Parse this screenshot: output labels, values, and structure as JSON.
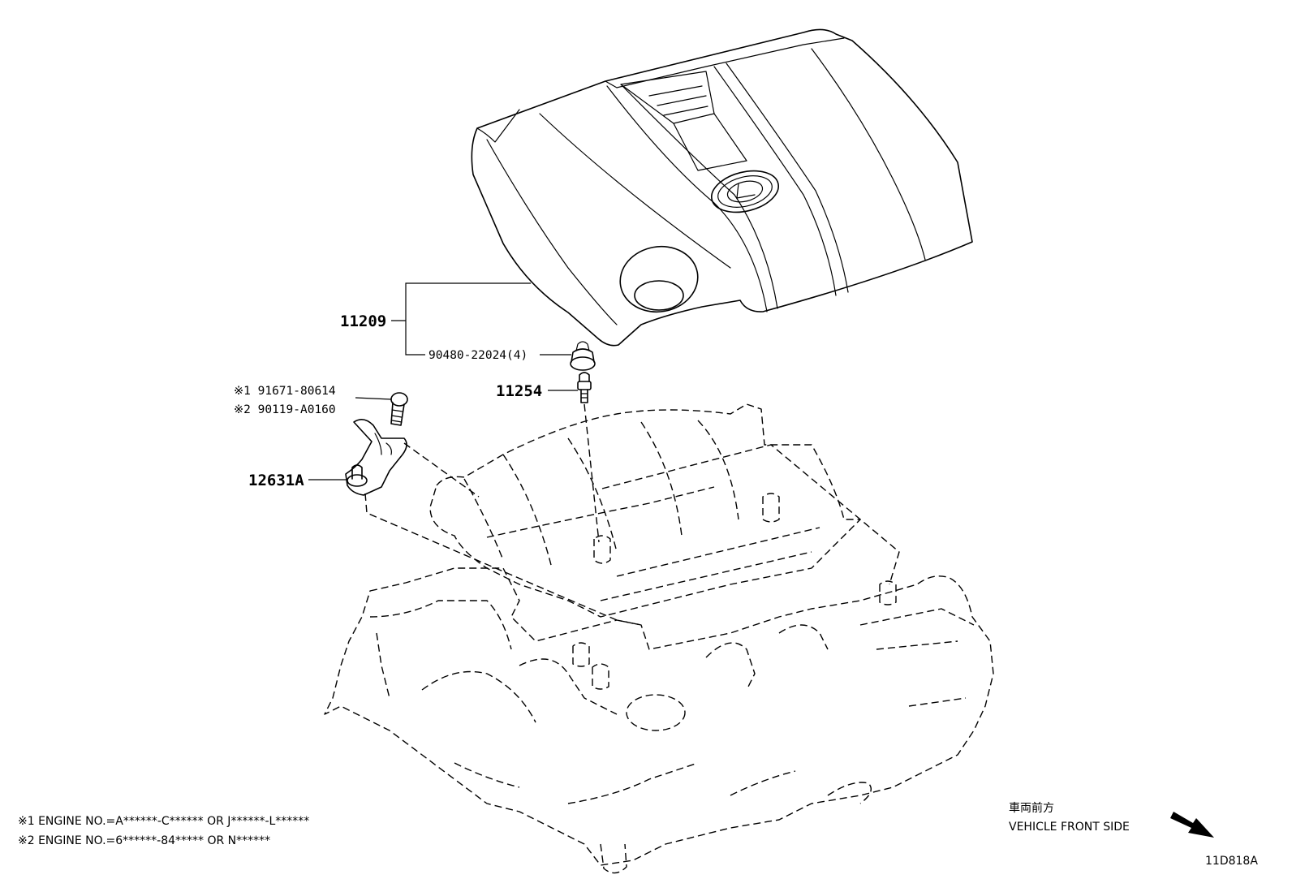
{
  "parts": {
    "p11209": "11209",
    "p90480": "90480-22024(4)",
    "p11254": "11254",
    "bolt1": "※1 91671-80614",
    "bolt2": "※2 90119-A0160",
    "p12631a": "12631A"
  },
  "notes": {
    "note1": "※1 ENGINE NO.=A******-C****** OR J******-L******",
    "note2": "※2 ENGINE NO.=6******-84***** OR N******"
  },
  "direction": {
    "jp": "車両前方",
    "en": "VEHICLE FRONT SIDE",
    "icon": "front-arrow-icon"
  },
  "diagram_code": "11D818A",
  "colors": {
    "line": "#000000",
    "background": "#ffffff"
  }
}
